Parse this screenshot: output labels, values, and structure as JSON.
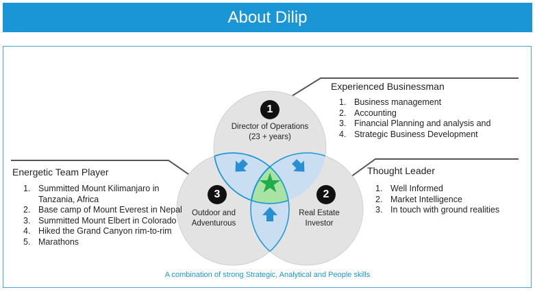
{
  "title": "About Dilip",
  "circles": {
    "top": {
      "number": "1",
      "line1": "Director of Operations",
      "line2": "(23 + years)"
    },
    "right": {
      "number": "2",
      "line1": "Real Estate",
      "line2": "Investor"
    },
    "left": {
      "number": "3",
      "line1": "Outdoor and",
      "line2": "Adventurous"
    }
  },
  "groups": {
    "businessman": {
      "heading": "Experienced Businessman",
      "items": [
        {
          "n": "1.",
          "text": "Business management"
        },
        {
          "n": "2.",
          "text": "Accounting"
        },
        {
          "n": "3.",
          "text": "Financial Planning and analysis and"
        },
        {
          "n": "4.",
          "text": "Strategic Business Development"
        }
      ]
    },
    "thought": {
      "heading": "Thought Leader",
      "items": [
        {
          "n": "1.",
          "text": "Well Informed"
        },
        {
          "n": "2.",
          "text": "Market Intelligence"
        },
        {
          "n": "3.",
          "text": "In touch with ground realities"
        }
      ]
    },
    "team": {
      "heading": "Energetic Team Player",
      "items": [
        {
          "n": "1.",
          "text": "Summitted Mount Kilimanjaro in",
          "cont": "Tanzania, Africa"
        },
        {
          "n": "2.",
          "text": "Base camp of Mount Everest in Nepal"
        },
        {
          "n": "3.",
          "text": "Summitted Mount Elbert in Colorado"
        },
        {
          "n": "4.",
          "text": "Hiked the Grand Canyon rim-to-rim"
        },
        {
          "n": "5.",
          "text": "Marathons"
        }
      ]
    }
  },
  "tagline": "A combination of strong Strategic, Analytical and People skills",
  "colors": {
    "accent": "#1a96d6",
    "circle_fill": "#e3e3e3",
    "overlap_fill": "#c9dff1",
    "center_fill": "#a8e3a4",
    "star": "#1fae4b"
  }
}
